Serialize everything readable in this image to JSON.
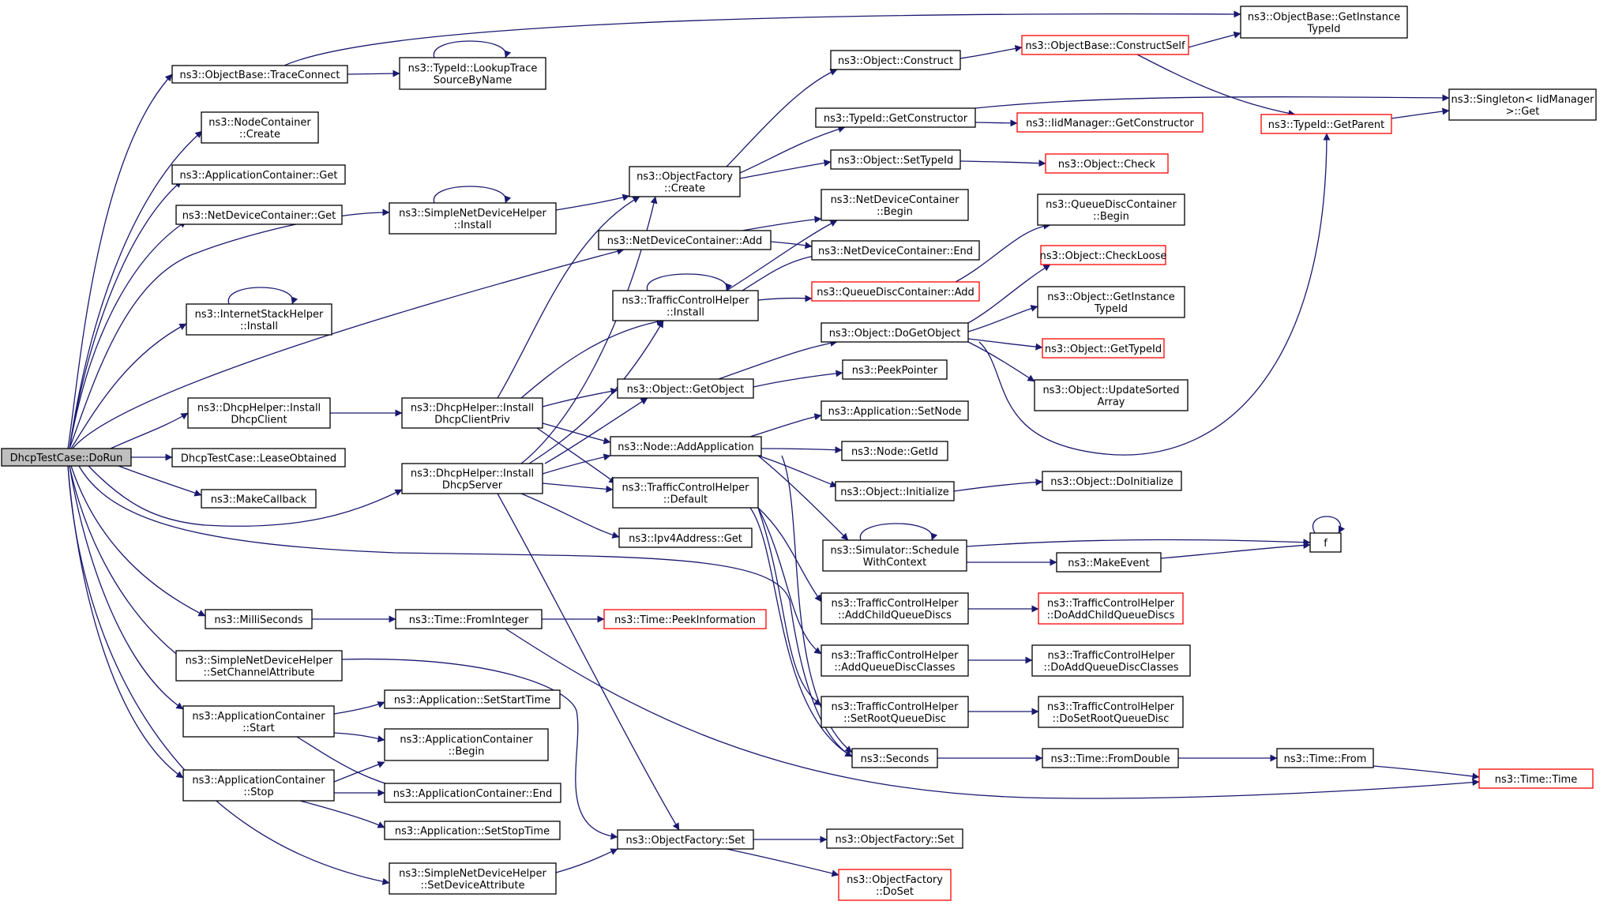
{
  "colors": {
    "edge": "#191970",
    "border": "#000000",
    "border_incomplete": "#ff0000",
    "root_fill": "#bfbfbf",
    "fill": "#ffffff"
  },
  "nodes": [
    {
      "id": "root",
      "lines": [
        "DhcpTestCase::DoRun"
      ],
      "style": "root"
    },
    {
      "id": "ob_trace",
      "lines": [
        "ns3::ObjectBase::TraceConnect"
      ],
      "style": "normal"
    },
    {
      "id": "nc_create",
      "lines": [
        "ns3::NodeContainer",
        "::Create"
      ],
      "style": "normal"
    },
    {
      "id": "ac_get",
      "lines": [
        "ns3::ApplicationContainer::Get"
      ],
      "style": "normal"
    },
    {
      "id": "ndc_get",
      "lines": [
        "ns3::NetDeviceContainer::Get"
      ],
      "style": "normal"
    },
    {
      "id": "ish_install",
      "lines": [
        "ns3::InternetStackHelper",
        "::Install"
      ],
      "style": "normal"
    },
    {
      "id": "dh_client",
      "lines": [
        "ns3::DhcpHelper::Install",
        "DhcpClient"
      ],
      "style": "normal"
    },
    {
      "id": "lease",
      "lines": [
        "DhcpTestCase::LeaseObtained"
      ],
      "style": "normal"
    },
    {
      "id": "makecb",
      "lines": [
        "ns3::MakeCallback"
      ],
      "style": "normal"
    },
    {
      "id": "millis",
      "lines": [
        "ns3::MilliSeconds"
      ],
      "style": "normal"
    },
    {
      "id": "sndh_chan",
      "lines": [
        "ns3::SimpleNetDeviceHelper",
        "::SetChannelAttribute"
      ],
      "style": "normal"
    },
    {
      "id": "ac_start",
      "lines": [
        "ns3::ApplicationContainer",
        "::Start"
      ],
      "style": "normal"
    },
    {
      "id": "ac_stop",
      "lines": [
        "ns3::ApplicationContainer",
        "::Stop"
      ],
      "style": "normal"
    },
    {
      "id": "lookup",
      "lines": [
        "ns3::TypeId::LookupTrace",
        "SourceByName"
      ],
      "style": "normal"
    },
    {
      "id": "sndh_install",
      "lines": [
        "ns3::SimpleNetDeviceHelper",
        "::Install"
      ],
      "style": "normal"
    },
    {
      "id": "dh_clientpriv",
      "lines": [
        "ns3::DhcpHelper::Install",
        "DhcpClientPriv"
      ],
      "style": "normal"
    },
    {
      "id": "dh_server",
      "lines": [
        "ns3::DhcpHelper::Install",
        "DhcpServer"
      ],
      "style": "normal"
    },
    {
      "id": "time_fromint",
      "lines": [
        "ns3::Time::FromInteger"
      ],
      "style": "normal"
    },
    {
      "id": "app_setstart",
      "lines": [
        "ns3::Application::SetStartTime"
      ],
      "style": "normal"
    },
    {
      "id": "ac_begin",
      "lines": [
        "ns3::ApplicationContainer",
        "::Begin"
      ],
      "style": "normal"
    },
    {
      "id": "ac_end",
      "lines": [
        "ns3::ApplicationContainer::End"
      ],
      "style": "normal"
    },
    {
      "id": "app_setstop",
      "lines": [
        "ns3::Application::SetStopTime"
      ],
      "style": "normal"
    },
    {
      "id": "sndh_dev",
      "lines": [
        "ns3::SimpleNetDeviceHelper",
        "::SetDeviceAttribute"
      ],
      "style": "normal"
    },
    {
      "id": "ndc_add",
      "lines": [
        "ns3::NetDeviceContainer::Add"
      ],
      "style": "normal"
    },
    {
      "id": "of_create",
      "lines": [
        "ns3::ObjectFactory",
        "::Create"
      ],
      "style": "normal"
    },
    {
      "id": "tch_install",
      "lines": [
        "ns3::TrafficControlHelper",
        "::Install"
      ],
      "style": "normal"
    },
    {
      "id": "obj_getobject",
      "lines": [
        "ns3::Object::GetObject"
      ],
      "style": "normal"
    },
    {
      "id": "node_addapp",
      "lines": [
        "ns3::Node::AddApplication"
      ],
      "style": "normal"
    },
    {
      "id": "tch_default",
      "lines": [
        "ns3::TrafficControlHelper",
        "::Default"
      ],
      "style": "normal"
    },
    {
      "id": "ipv4_get",
      "lines": [
        "ns3::Ipv4Address::Get"
      ],
      "style": "normal"
    },
    {
      "id": "time_peek",
      "lines": [
        "ns3::Time::PeekInformation"
      ],
      "style": "red"
    },
    {
      "id": "of_set",
      "lines": [
        "ns3::ObjectFactory::Set"
      ],
      "style": "normal"
    },
    {
      "id": "obj_construct",
      "lines": [
        "ns3::Object::Construct"
      ],
      "style": "normal"
    },
    {
      "id": "typeid_getctor",
      "lines": [
        "ns3::TypeId::GetConstructor"
      ],
      "style": "normal"
    },
    {
      "id": "obj_settypeid",
      "lines": [
        "ns3::Object::SetTypeId"
      ],
      "style": "normal"
    },
    {
      "id": "ndc_begin",
      "lines": [
        "ns3::NetDeviceContainer",
        "::Begin"
      ],
      "style": "normal"
    },
    {
      "id": "ndc_end",
      "lines": [
        "ns3::NetDeviceContainer::End"
      ],
      "style": "normal"
    },
    {
      "id": "qdc_add",
      "lines": [
        "ns3::QueueDiscContainer::Add"
      ],
      "style": "red"
    },
    {
      "id": "obj_dogetobject",
      "lines": [
        "ns3::Object::DoGetObject"
      ],
      "style": "normal"
    },
    {
      "id": "peekpointer",
      "lines": [
        "ns3::PeekPointer"
      ],
      "style": "normal"
    },
    {
      "id": "app_setnode",
      "lines": [
        "ns3::Application::SetNode"
      ],
      "style": "normal"
    },
    {
      "id": "node_getid",
      "lines": [
        "ns3::Node::GetId"
      ],
      "style": "normal"
    },
    {
      "id": "obj_initialize",
      "lines": [
        "ns3::Object::Initialize"
      ],
      "style": "normal"
    },
    {
      "id": "sim_schedule",
      "lines": [
        "ns3::Simulator::Schedule",
        "WithContext"
      ],
      "style": "normal"
    },
    {
      "id": "tch_addchild",
      "lines": [
        "ns3::TrafficControlHelper",
        "::AddChildQueueDiscs"
      ],
      "style": "normal"
    },
    {
      "id": "tch_addclasses",
      "lines": [
        "ns3::TrafficControlHelper",
        "::AddQueueDiscClasses"
      ],
      "style": "normal"
    },
    {
      "id": "tch_setroot",
      "lines": [
        "ns3::TrafficControlHelper",
        "::SetRootQueueDisc"
      ],
      "style": "normal"
    },
    {
      "id": "seconds",
      "lines": [
        "ns3::Seconds"
      ],
      "style": "normal"
    },
    {
      "id": "of_set2",
      "lines": [
        "ns3::ObjectFactory::Set"
      ],
      "style": "normal"
    },
    {
      "id": "of_doset",
      "lines": [
        "ns3::ObjectFactory",
        "::DoSet"
      ],
      "style": "red"
    },
    {
      "id": "ob_constructself",
      "lines": [
        "ns3::ObjectBase::ConstructSelf"
      ],
      "style": "red"
    },
    {
      "id": "iid_getctor",
      "lines": [
        "ns3::IidManager::GetConstructor"
      ],
      "style": "red"
    },
    {
      "id": "obj_check",
      "lines": [
        "ns3::Object::Check"
      ],
      "style": "red"
    },
    {
      "id": "qdc_begin",
      "lines": [
        "ns3::QueueDiscContainer",
        "::Begin"
      ],
      "style": "normal"
    },
    {
      "id": "obj_checkloose",
      "lines": [
        "ns3::Object::CheckLoose"
      ],
      "style": "red"
    },
    {
      "id": "obj_getinstance",
      "lines": [
        "ns3::Object::GetInstance",
        "TypeId"
      ],
      "style": "normal"
    },
    {
      "id": "obj_gettypeid",
      "lines": [
        "ns3::Object::GetTypeId"
      ],
      "style": "red"
    },
    {
      "id": "obj_updatesorted",
      "lines": [
        "ns3::Object::UpdateSorted",
        "Array"
      ],
      "style": "normal"
    },
    {
      "id": "obj_doinit",
      "lines": [
        "ns3::Object::DoInitialize"
      ],
      "style": "normal"
    },
    {
      "id": "makeevent",
      "lines": [
        "ns3::MakeEvent"
      ],
      "style": "normal"
    },
    {
      "id": "tch_doaddchild",
      "lines": [
        "ns3::TrafficControlHelper",
        "::DoAddChildQueueDiscs"
      ],
      "style": "red"
    },
    {
      "id": "tch_doaddclasses",
      "lines": [
        "ns3::TrafficControlHelper",
        "::DoAddQueueDiscClasses"
      ],
      "style": "normal"
    },
    {
      "id": "tch_dosetroot",
      "lines": [
        "ns3::TrafficControlHelper",
        "::DoSetRootQueueDisc"
      ],
      "style": "normal"
    },
    {
      "id": "time_fromdouble",
      "lines": [
        "ns3::Time::FromDouble"
      ],
      "style": "normal"
    },
    {
      "id": "ob_getinstance",
      "lines": [
        "ns3::ObjectBase::GetInstance",
        "TypeId"
      ],
      "style": "normal"
    },
    {
      "id": "typeid_getparent",
      "lines": [
        "ns3::TypeId::GetParent"
      ],
      "style": "red"
    },
    {
      "id": "f",
      "lines": [
        "f"
      ],
      "style": "normal"
    },
    {
      "id": "time_from",
      "lines": [
        "ns3::Time::From"
      ],
      "style": "normal"
    },
    {
      "id": "singleton",
      "lines": [
        "ns3::Singleton< IidManager",
        ">::Get"
      ],
      "style": "normal"
    },
    {
      "id": "time_time",
      "lines": [
        "ns3::Time::Time"
      ],
      "style": "red"
    }
  ]
}
